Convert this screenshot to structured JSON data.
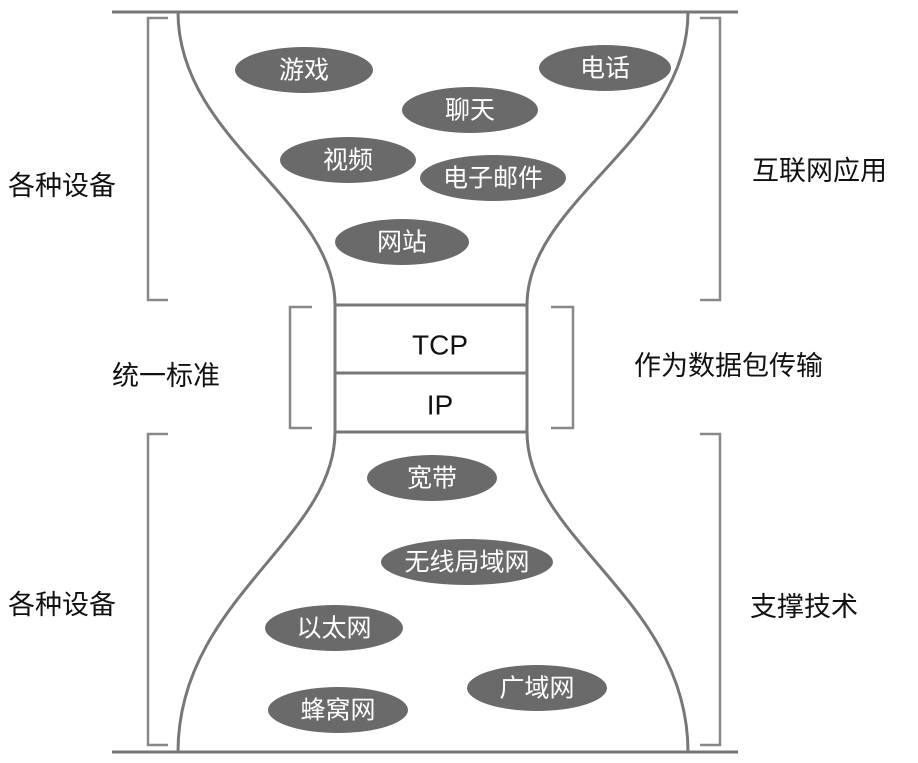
{
  "top_apps": [
    "游戏",
    "电话",
    "聊天",
    "视频",
    "电子邮件",
    "网站"
  ],
  "bottom_tech": [
    "宽带",
    "无线局域网",
    "以太网",
    "广域网",
    "蜂窝网"
  ],
  "protocols": {
    "tcp": "TCP",
    "ip": "IP"
  },
  "labels": {
    "left_top": "各种设备",
    "right_top": "互联网应用",
    "left_mid": "统一标准",
    "right_mid": "作为数据包传输",
    "left_bottom": "各种设备",
    "right_bottom": "支撑技术"
  },
  "colors": {
    "bubble": "#6a6a6a",
    "outline": "#777777"
  }
}
